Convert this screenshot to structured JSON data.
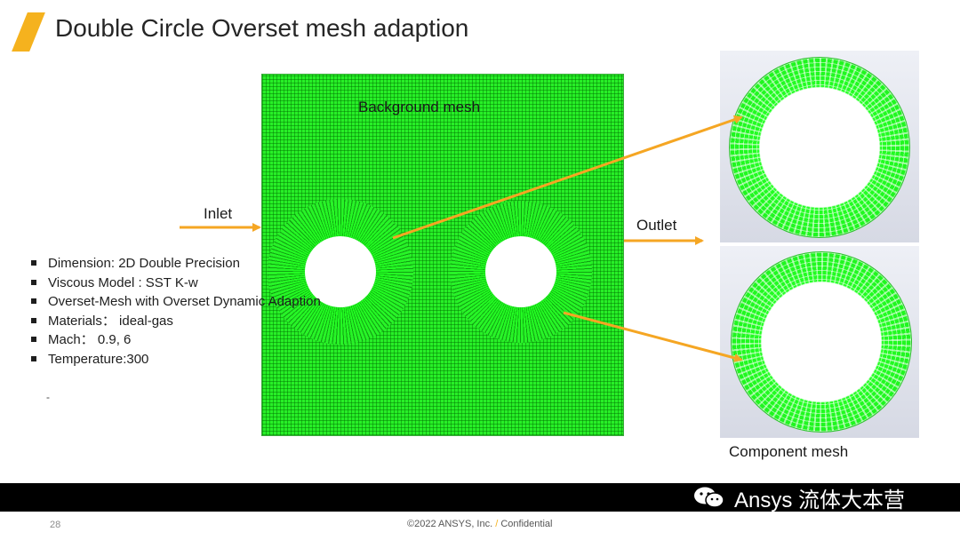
{
  "slide": {
    "title": "Double Circle Overset mesh adaption",
    "accent_color": "#f5b21e"
  },
  "figure": {
    "background_mesh_label": "Background mesh",
    "inlet_label": "Inlet",
    "outlet_label": "Outlet",
    "component_mesh_label": "Component mesh",
    "mesh_color": "#27ef27"
  },
  "bullets": [
    "Dimension: 2D Double Precision",
    "Viscous Model : SST K-w",
    "Overset-Mesh with Overset Dynamic Adaption",
    "Materials： ideal-gas",
    "Mach： 0.9, 6",
    "Temperature:300"
  ],
  "stray_mark": "-",
  "footer": {
    "watermark": "Ansys 流体大本营",
    "page_number": "28",
    "copyright": "©2022 ANSYS, Inc.",
    "separator": "/",
    "confidential": "Confidential"
  }
}
